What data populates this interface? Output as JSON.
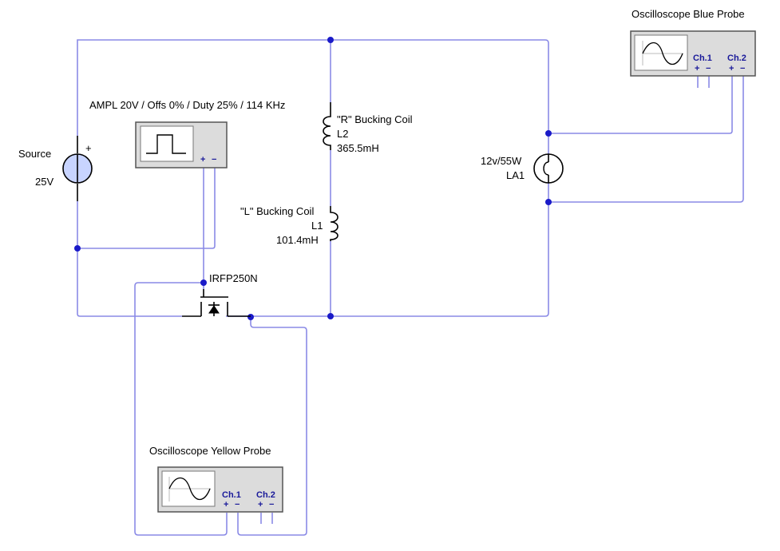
{
  "colors": {
    "wire": "#8a8ae6",
    "node": "#1a1ac8",
    "component": "#000000",
    "instrument_case": "#dcdcdc"
  },
  "source": {
    "name": "Source",
    "value": "25V",
    "polarity_mark": "+"
  },
  "function_generator": {
    "label": "AMPL 20V / Offs 0% / Duty 25% / 114 KHz",
    "plus": "+",
    "minus": "−",
    "icon": "square-pulse-icon"
  },
  "coil_r": {
    "name": "\"R\" Bucking Coil",
    "ref": "L2",
    "value": "365.5mH"
  },
  "coil_l": {
    "name": "\"L\" Bucking Coil",
    "ref": "L1",
    "value": "101.4mH"
  },
  "lamp": {
    "rating": "12v/55W",
    "ref": "LA1"
  },
  "mosfet": {
    "part": "IRFP250N"
  },
  "scope_blue": {
    "title": "Oscilloscope Blue Probe",
    "ch1": "Ch.1",
    "ch2": "Ch.2",
    "plus": "+",
    "minus": "−",
    "icon": "sine-wave-icon"
  },
  "scope_yellow": {
    "title": "Oscilloscope Yellow Probe",
    "ch1": "Ch.1",
    "ch2": "Ch.2",
    "plus": "+",
    "minus": "−",
    "icon": "sine-wave-icon"
  }
}
